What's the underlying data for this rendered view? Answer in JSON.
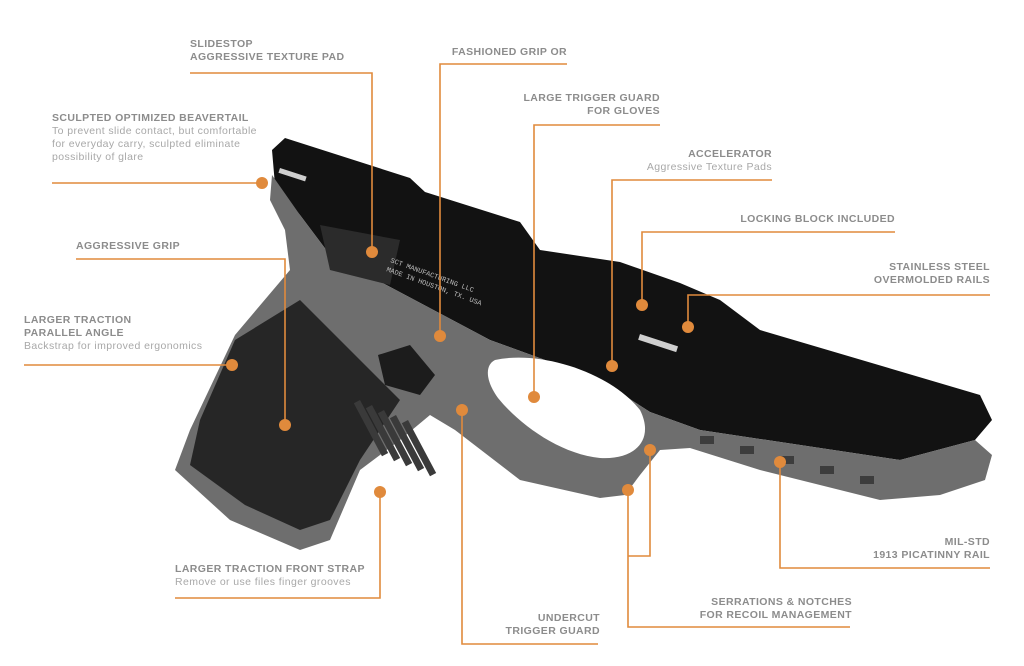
{
  "colors": {
    "accent": "#e08a3c",
    "frame": "#6f6f6f",
    "slide": "#111111",
    "texture": "#2a2a2a",
    "label": "#8c8c8c"
  },
  "callouts": [
    {
      "id": "slidestop",
      "lines": [
        "SLIDESTOP",
        "AGGRESSIVE TEXTURE PAD"
      ]
    },
    {
      "id": "backstrap",
      "lines": [
        "SCULPTED OPTIMIZED BEAVERTAIL"
      ],
      "sub": [
        "To prevent slide contact, but comfortable",
        "for everyday carry, sculpted eliminate",
        "possibility of glare"
      ]
    },
    {
      "id": "grip",
      "lines": [
        "AGGRESSIVE GRIP"
      ]
    },
    {
      "id": "traction",
      "lines": [
        "LARGER TRACTION",
        "PARALLEL ANGLE"
      ],
      "sub": [
        "Backstrap for improved ergonomics"
      ]
    },
    {
      "id": "front-strap",
      "lines": [
        "LARGER TRACTION FRONT STRAP"
      ],
      "sub": [
        "Remove or use files finger grooves"
      ]
    },
    {
      "id": "magwell",
      "lines": [
        "UNDERCUT",
        "TRIGGER GUARD"
      ]
    },
    {
      "id": "serrations",
      "lines": [
        "SERRATIONS & NOTCHES",
        "FOR RECOIL MANAGEMENT"
      ]
    },
    {
      "id": "rail",
      "lines": [
        "MIL-STD",
        "1913 PICATINNY RAIL"
      ]
    },
    {
      "id": "steel-rails",
      "lines": [
        "STAINLESS STEEL",
        "OVERMOLDED RAILS"
      ]
    },
    {
      "id": "locking",
      "lines": [
        "LOCKING BLOCK INCLUDED"
      ]
    },
    {
      "id": "accelerator",
      "lines": [
        "ACCELERATOR"
      ],
      "sub": [
        "Aggressive Texture Pads"
      ]
    },
    {
      "id": "trigger-guard",
      "lines": [
        "LARGE TRIGGER GUARD",
        "FOR GLOVES"
      ]
    },
    {
      "id": "grip-size",
      "lines": [
        "FASHIONED GRIP OR"
      ]
    }
  ],
  "engraving": [
    "SCT MANUFACTURING LLC",
    "MADE IN HOUSTON, TX. USA"
  ]
}
